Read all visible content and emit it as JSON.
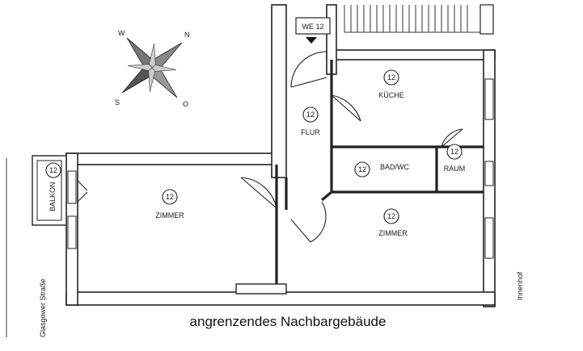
{
  "plan": {
    "unit_label": "WE 12",
    "room_number": "12",
    "rooms": {
      "kitchen": "KÜCHE",
      "hall": "FLUR",
      "bath": "BAD/WC",
      "storage": "RAUM",
      "room_left": "ZIMMER",
      "room_right": "ZIMMER",
      "balcony": "BALKON"
    },
    "street": "Glasgower Straße",
    "courtyard": "Innenhof",
    "neighbor": "angrenzendes Nachbargebäude"
  },
  "compass": {
    "n": "N",
    "w": "W",
    "s": "S",
    "o": "O"
  }
}
